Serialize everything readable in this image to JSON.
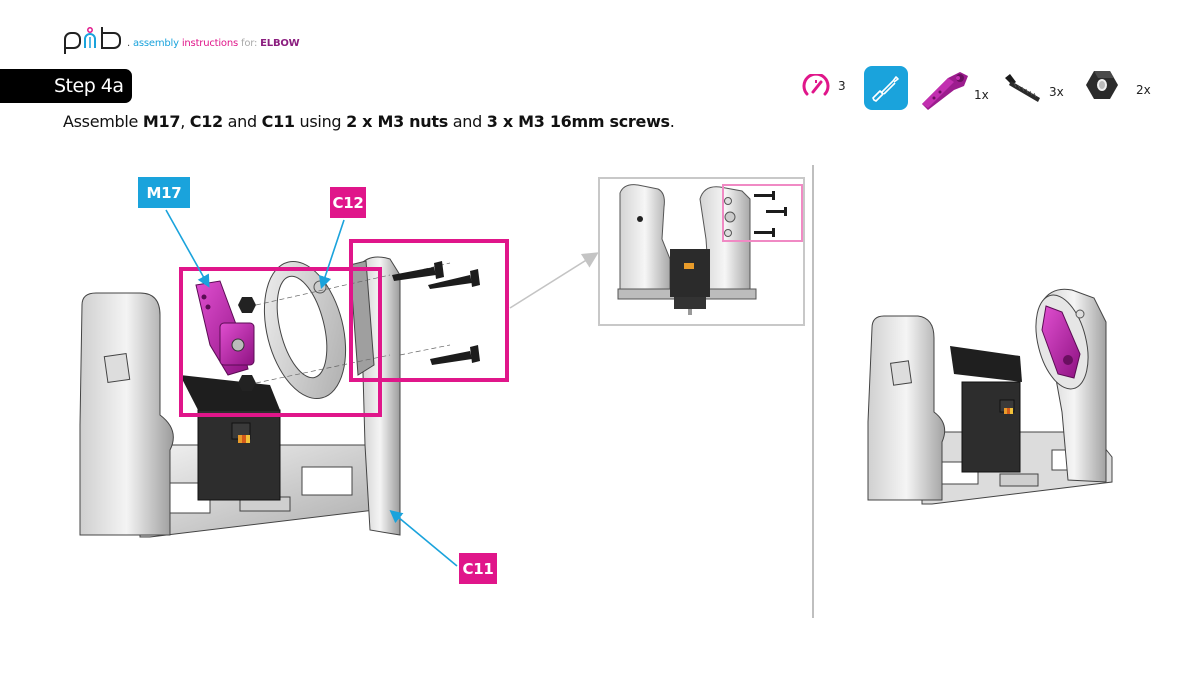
{
  "header": {
    "logo_text": "pib",
    "tagline_dot": ".",
    "tagline_word1": "assembly",
    "tagline_word2": "instructions",
    "tagline_word3": "for:",
    "tagline_subject": "ELBOW"
  },
  "step": {
    "label": "Step 4a"
  },
  "instruction": {
    "prefix": "Assemble ",
    "part1": "M17",
    "sep1": ", ",
    "part2": "C12",
    "sep2": " and ",
    "part3": "C11",
    "sep3": " using ",
    "item1": "2 x M3 nuts",
    "sep4": " and ",
    "item2": "3 x M3 16mm screws",
    "suffix": "."
  },
  "parts_list": {
    "difficulty_icon": "speedometer-icon",
    "difficulty_value": "3",
    "tool_icon": "screwdriver-icon",
    "items": [
      {
        "icon": "servo-arm-icon",
        "qty": "1x"
      },
      {
        "icon": "screw-icon",
        "qty": "3x"
      },
      {
        "icon": "hex-nut-icon",
        "qty": "2x"
      }
    ]
  },
  "callouts": {
    "m17": "M17",
    "c12": "C12",
    "c11": "C11"
  },
  "colors": {
    "brand_blue": "#1aa3dc",
    "brand_pink": "#e0168a",
    "brand_purple": "#8b1e7f",
    "badge_black": "#000000",
    "divider_gray": "#bfbfbf"
  }
}
